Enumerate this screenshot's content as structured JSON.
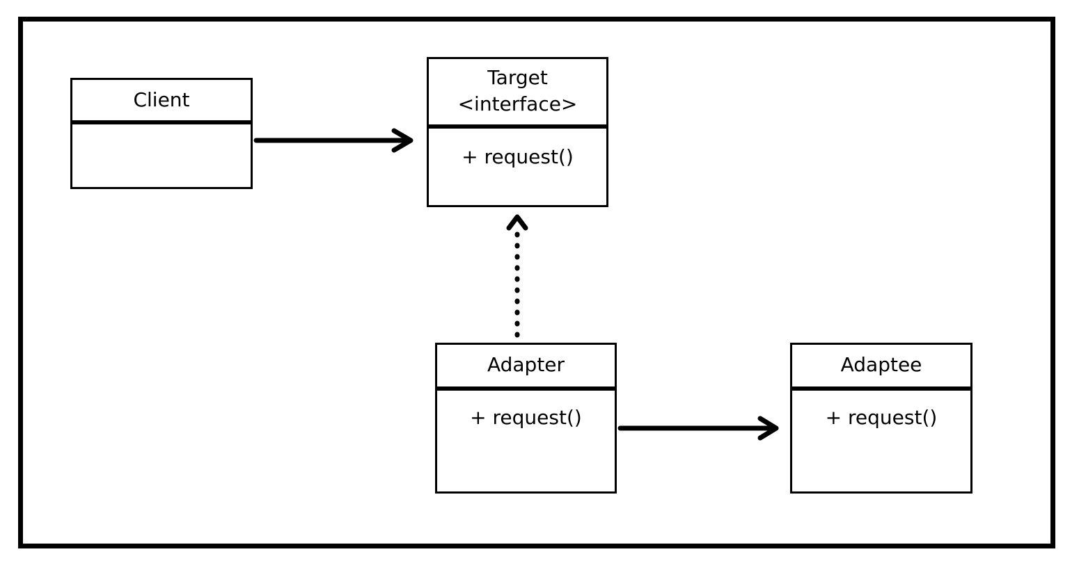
{
  "classes": {
    "client": {
      "name": "Client"
    },
    "target": {
      "name": "Target",
      "stereotype": "<interface>",
      "method": "+ request()"
    },
    "adapter": {
      "name": "Adapter",
      "method": "+ request()"
    },
    "adaptee": {
      "name": "Adaptee",
      "method": "+ request()"
    }
  },
  "relations": [
    {
      "from": "Client",
      "to": "Target",
      "style": "solid"
    },
    {
      "from": "Adapter",
      "to": "Target",
      "style": "dotted"
    },
    {
      "from": "Adapter",
      "to": "Adaptee",
      "style": "solid"
    }
  ]
}
